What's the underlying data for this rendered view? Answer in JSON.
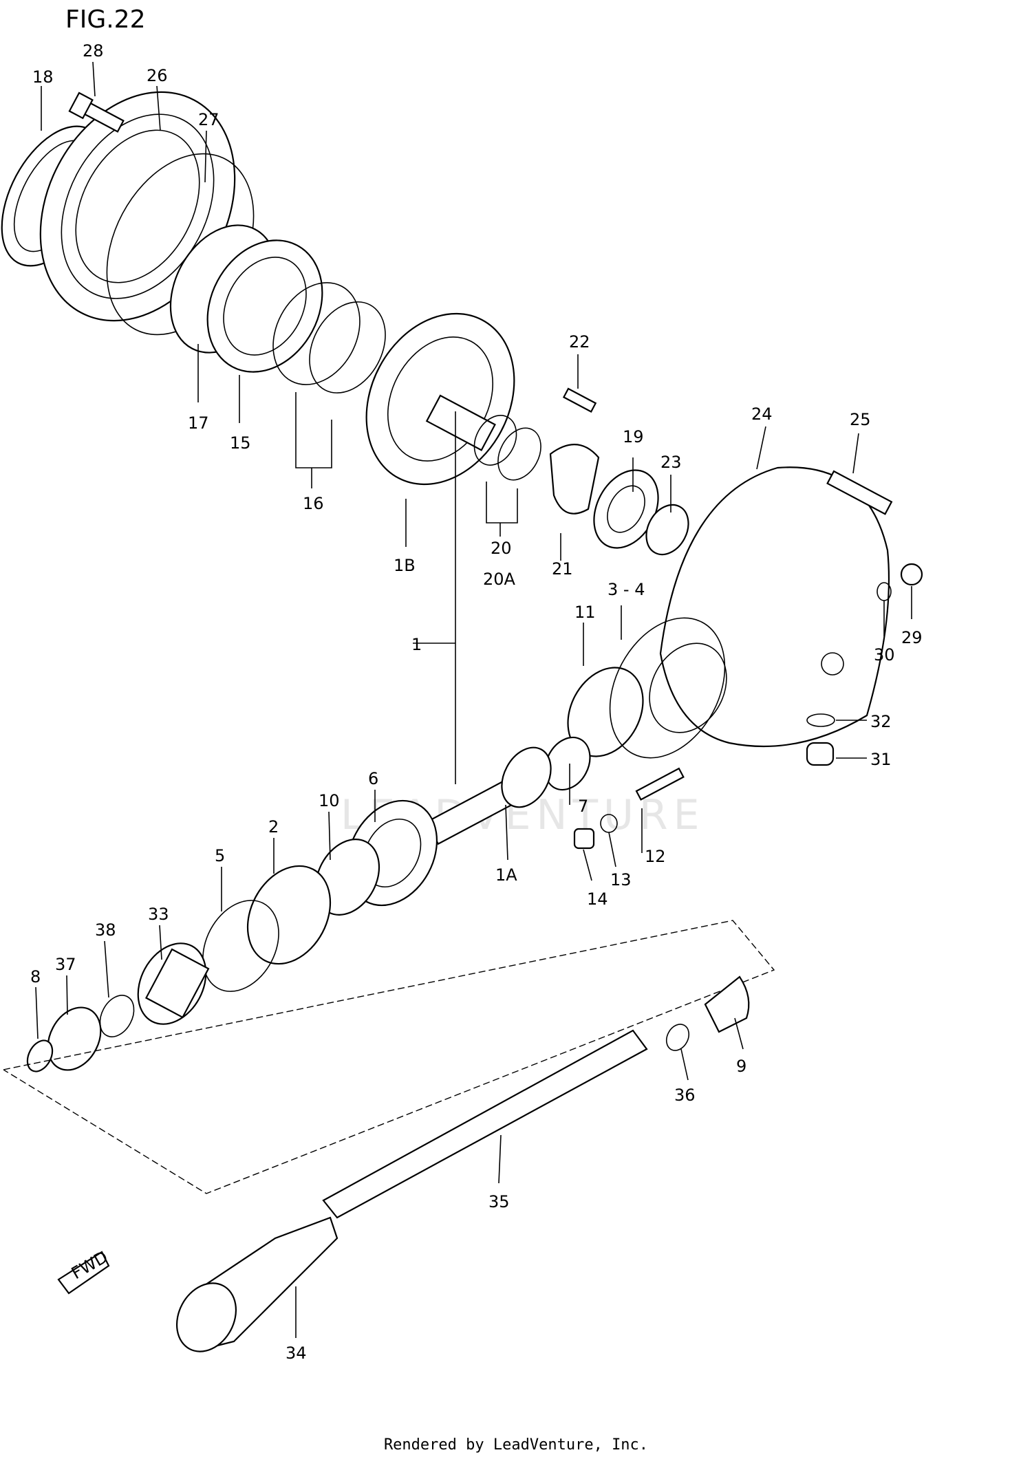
{
  "figure_title": "FIG.22",
  "watermark_text": "LEADVENTURE",
  "footer_text": "Rendered by LeadVenture, Inc.",
  "fwd_arrow_label": "FWD",
  "callouts": [
    "18",
    "28",
    "26",
    "27",
    "17",
    "15",
    "16",
    "1B",
    "22",
    "19",
    "23",
    "24",
    "25",
    "20",
    "20A",
    "21",
    "3 - 4",
    "11",
    "1",
    "29",
    "30",
    "32",
    "31",
    "6",
    "10",
    "2",
    "5",
    "7",
    "12",
    "13",
    "14",
    "1A",
    "33",
    "38",
    "37",
    "8",
    "9",
    "36",
    "35",
    "34"
  ]
}
